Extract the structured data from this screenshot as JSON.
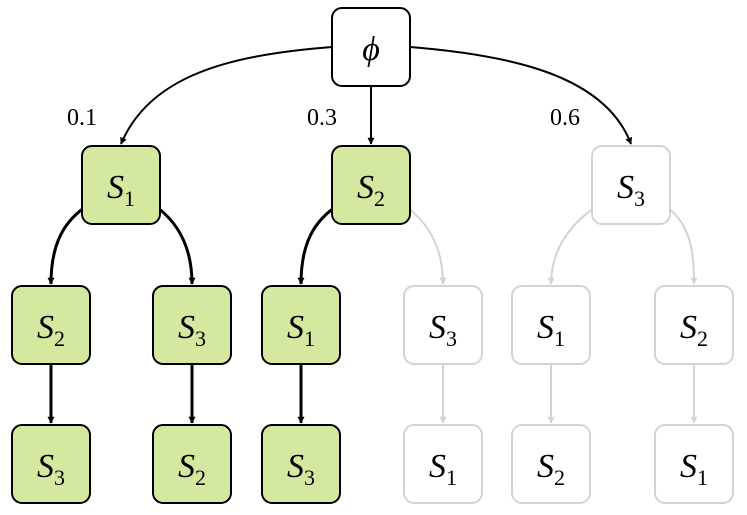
{
  "colors": {
    "active_fill": "#d5e8a0",
    "active_stroke": "#000000",
    "inactive_fill": "#ffffff",
    "inactive_stroke": "#d3d3d3",
    "root_fill": "#ffffff",
    "root_stroke": "#000000",
    "active_edge": "#000000",
    "inactive_edge": "#d3d3d3"
  },
  "tree": {
    "root": {
      "id": "root",
      "label": "ϕ",
      "sub": ""
    },
    "edge_labels": [
      {
        "id": "p1",
        "text": "0.1"
      },
      {
        "id": "p2",
        "text": "0.3"
      },
      {
        "id": "p3",
        "text": "0.6"
      }
    ],
    "nodes": [
      {
        "id": "a",
        "label": "S",
        "sub": "1",
        "state": "active"
      },
      {
        "id": "b",
        "label": "S",
        "sub": "2",
        "state": "active"
      },
      {
        "id": "c",
        "label": "S",
        "sub": "3",
        "state": "inactive"
      },
      {
        "id": "a1",
        "label": "S",
        "sub": "2",
        "state": "active"
      },
      {
        "id": "a2",
        "label": "S",
        "sub": "3",
        "state": "active"
      },
      {
        "id": "b1",
        "label": "S",
        "sub": "1",
        "state": "active"
      },
      {
        "id": "b2",
        "label": "S",
        "sub": "3",
        "state": "inactive"
      },
      {
        "id": "c1",
        "label": "S",
        "sub": "1",
        "state": "inactive"
      },
      {
        "id": "c2",
        "label": "S",
        "sub": "2",
        "state": "inactive"
      },
      {
        "id": "a1a",
        "label": "S",
        "sub": "3",
        "state": "active"
      },
      {
        "id": "a2a",
        "label": "S",
        "sub": "2",
        "state": "active"
      },
      {
        "id": "b1a",
        "label": "S",
        "sub": "3",
        "state": "active"
      },
      {
        "id": "b2a",
        "label": "S",
        "sub": "1",
        "state": "inactive"
      },
      {
        "id": "c1a",
        "label": "S",
        "sub": "2",
        "state": "inactive"
      },
      {
        "id": "c2a",
        "label": "S",
        "sub": "1",
        "state": "inactive"
      }
    ],
    "edges": [
      {
        "from": "root",
        "to": "a",
        "state": "active"
      },
      {
        "from": "root",
        "to": "b",
        "state": "active"
      },
      {
        "from": "root",
        "to": "c",
        "state": "active"
      },
      {
        "from": "a",
        "to": "a1",
        "state": "active"
      },
      {
        "from": "a",
        "to": "a2",
        "state": "active"
      },
      {
        "from": "b",
        "to": "b1",
        "state": "active"
      },
      {
        "from": "b",
        "to": "b2",
        "state": "inactive"
      },
      {
        "from": "c",
        "to": "c1",
        "state": "inactive"
      },
      {
        "from": "c",
        "to": "c2",
        "state": "inactive"
      },
      {
        "from": "a1",
        "to": "a1a",
        "state": "active"
      },
      {
        "from": "a2",
        "to": "a2a",
        "state": "active"
      },
      {
        "from": "b1",
        "to": "b1a",
        "state": "active"
      },
      {
        "from": "b2",
        "to": "b2a",
        "state": "inactive"
      },
      {
        "from": "c1",
        "to": "c1a",
        "state": "inactive"
      },
      {
        "from": "c2",
        "to": "c2a",
        "state": "inactive"
      }
    ]
  }
}
